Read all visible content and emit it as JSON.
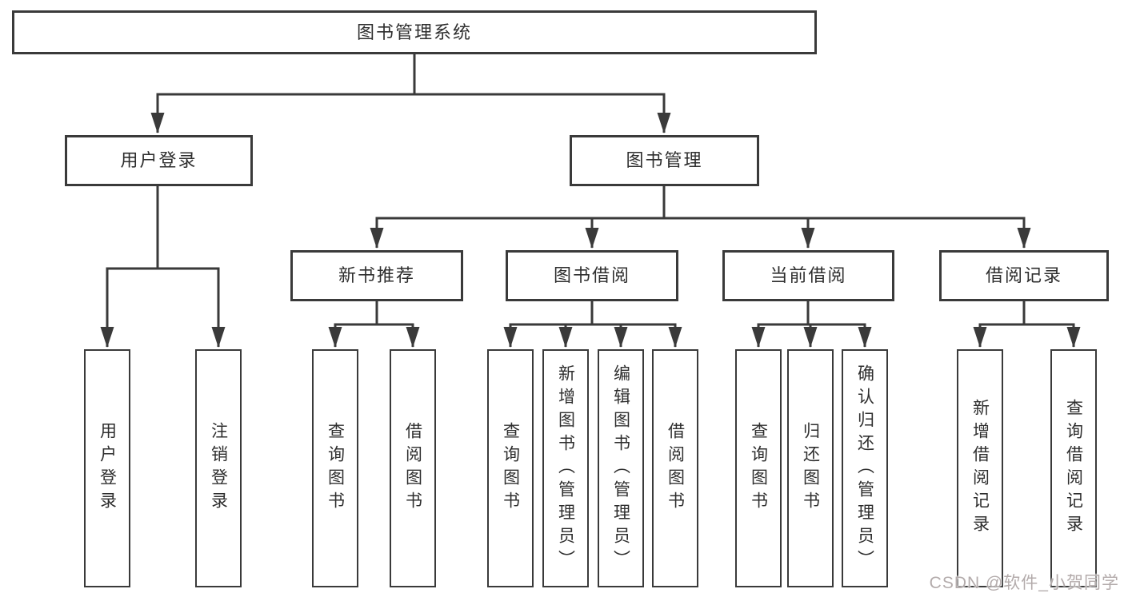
{
  "diagram": {
    "root": {
      "label": "图书管理系统"
    },
    "level1": [
      {
        "id": "user-login",
        "label": "用户登录"
      },
      {
        "id": "book-management",
        "label": "图书管理"
      }
    ],
    "level2": [
      {
        "id": "new-book-recommend",
        "parent": "book-management",
        "label": "新书推荐"
      },
      {
        "id": "book-borrow",
        "parent": "book-management",
        "label": "图书借阅"
      },
      {
        "id": "current-borrow",
        "parent": "book-management",
        "label": "当前借阅"
      },
      {
        "id": "borrow-records",
        "parent": "book-management",
        "label": "借阅记录"
      }
    ],
    "leaves": [
      {
        "parent": "user-login",
        "label": "用户登录"
      },
      {
        "parent": "user-login",
        "label": "注销登录"
      },
      {
        "parent": "new-book-recommend",
        "label": "查询图书"
      },
      {
        "parent": "new-book-recommend",
        "label": "借阅图书"
      },
      {
        "parent": "book-borrow",
        "label": "查询图书"
      },
      {
        "parent": "book-borrow",
        "label": "新增图书（管理员）"
      },
      {
        "parent": "book-borrow",
        "label": "编辑图书（管理员）"
      },
      {
        "parent": "book-borrow",
        "label": "借阅图书"
      },
      {
        "parent": "current-borrow",
        "label": "查询图书"
      },
      {
        "parent": "current-borrow",
        "label": "归还图书"
      },
      {
        "parent": "current-borrow",
        "label": "确认归还（管理员）"
      },
      {
        "parent": "borrow-records",
        "label": "新增借阅记录"
      },
      {
        "parent": "borrow-records",
        "label": "查询借阅记录"
      }
    ],
    "colors": {
      "line": "#3a3a3a",
      "box_border": "#3a3a3a",
      "text": "#2e2e2e",
      "watermark": "#b3abab"
    },
    "watermark": "CSDN @软件_小贺同学"
  }
}
